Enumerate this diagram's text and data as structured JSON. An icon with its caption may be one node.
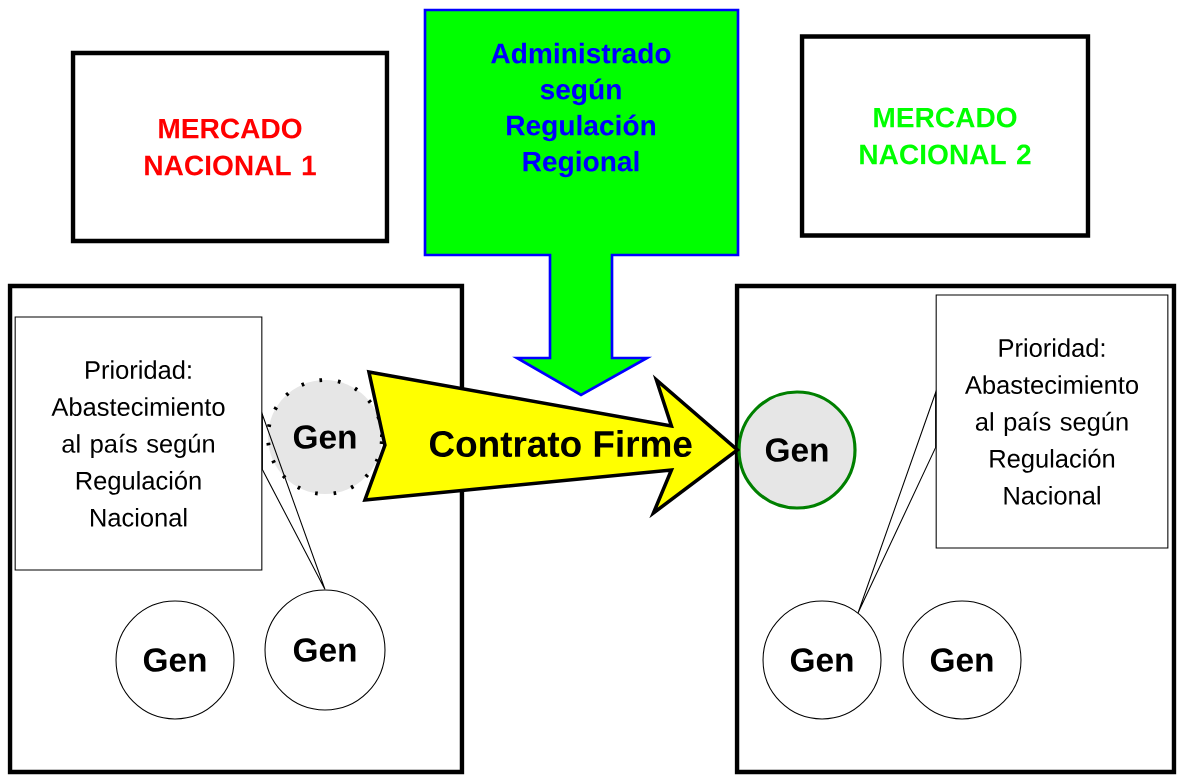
{
  "diagram": {
    "nodes": [
      {
        "text": [
          "MERCADO NACIONAL 1"
        ]
      },
      {
        "text": [
          "Administrado según Regulación Regional"
        ]
      },
      {
        "text": [
          "MERCADO NACIONAL 2"
        ]
      },
      {
        "text": [],
        "shape": "box"
      },
      {
        "text": [
          "Prioridad: Abastecimiento al país según Regulación Nacional"
        ],
        "in": 3
      },
      {
        "text": [
          "Gen"
        ],
        "in": 3
      },
      {
        "text": [
          "Gen"
        ],
        "in": 3
      },
      {
        "text": [
          "Gen"
        ],
        "in": 3
      },
      {
        "text": [],
        "shape": "box"
      },
      {
        "text": [
          "Gen"
        ],
        "in": 8
      },
      {
        "text": [
          "Prioridad: Abastecimiento al país según Regulación Nacional"
        ],
        "in": 8
      },
      {
        "text": [
          "Gen"
        ],
        "in": 8
      },
      {
        "text": [
          "Gen"
        ],
        "in": 8
      }
    ],
    "edges": [
      {
        "from": 5,
        "to": 9,
        "arrow": "to",
        "label": "Contrato Firme",
        "style": "thick",
        "color": "#ffff00"
      },
      {
        "from": 4,
        "to": 7,
        "arrow": "none"
      },
      {
        "from": 10,
        "to": 11,
        "arrow": "none"
      }
    ]
  }
}
